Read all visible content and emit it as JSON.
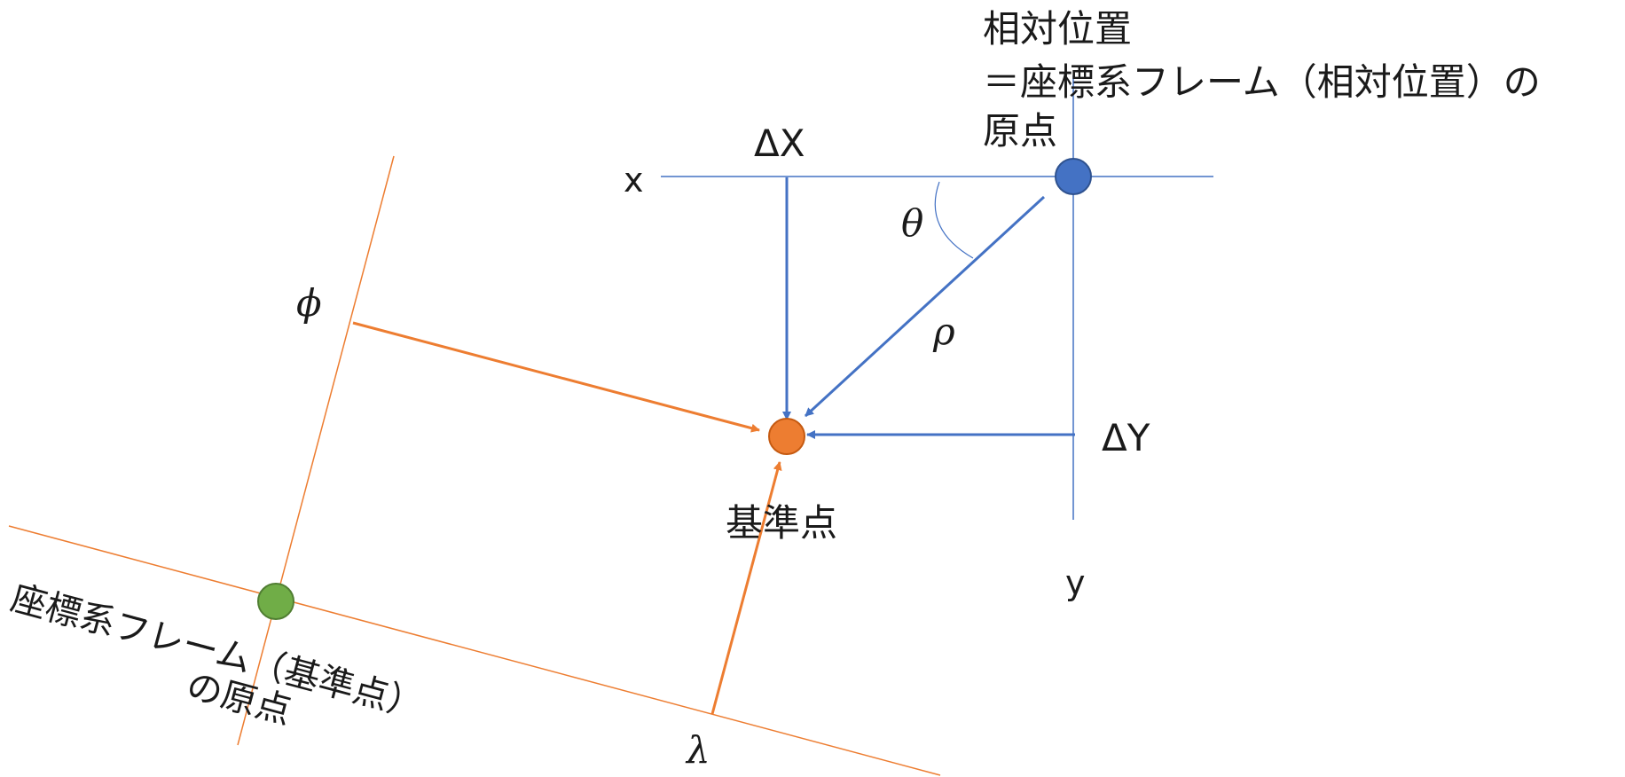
{
  "colors": {
    "blue": "#4472C4",
    "blue_dark": "#2F528F",
    "orange": "#ED7D31",
    "orange_dark": "#C55A11",
    "green": "#70AD47",
    "green_dark": "#507E32",
    "text": "#1a1a1a"
  },
  "labels": {
    "relative_position_line1": "相対位置",
    "relative_position_line2": "＝座標系フレーム（相対位置）の",
    "relative_position_line3": "原点",
    "delta_x": "ΔX",
    "delta_y": "ΔY",
    "axis_x": "x",
    "axis_y": "y",
    "theta": "θ",
    "rho": "ρ",
    "phi": "ϕ",
    "lambda": "λ",
    "reference_point": "基準点",
    "frame_origin_line1": "座標系フレーム（基準点）",
    "frame_origin_line2": "の原点"
  }
}
